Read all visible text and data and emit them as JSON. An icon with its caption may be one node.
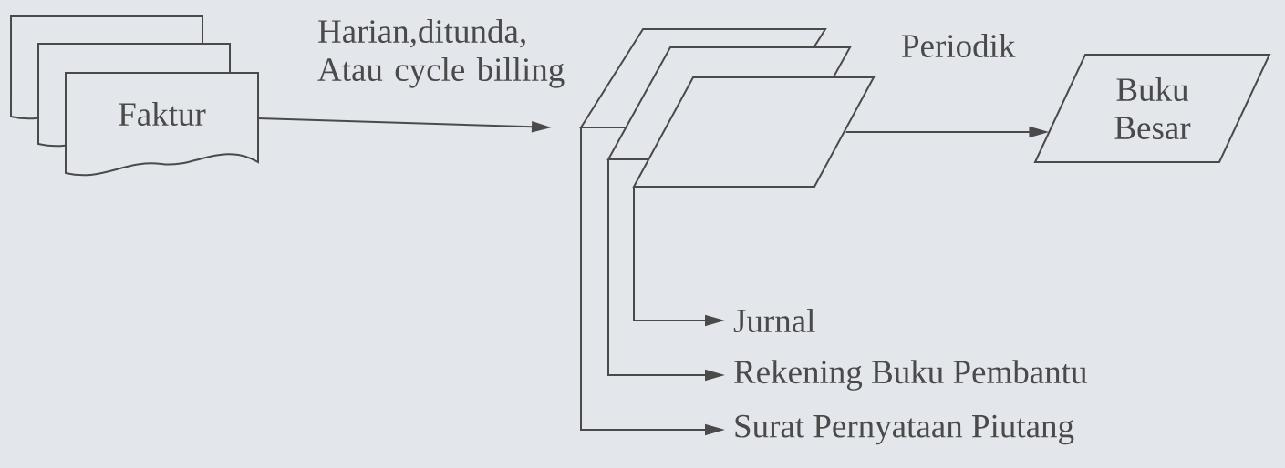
{
  "diagram": {
    "nodes": [
      {
        "text": [
          "Faktur"
        ]
      },
      {
        "text": [],
        "shape": "parallelogram"
      },
      {
        "text": [],
        "shape": "parallelogram"
      },
      {
        "text": [],
        "shape": "parallelogram"
      },
      {
        "text": [
          "Buku Besar"
        ]
      },
      {
        "text": [
          "Jurnal"
        ]
      },
      {
        "text": [
          "Rekening Buku Pembantu"
        ]
      },
      {
        "text": [
          "Surat Pernyataan Piutang"
        ]
      }
    ],
    "edges": [
      {
        "from": 0,
        "to": 1,
        "arrow": "to",
        "label": "Harian,ditunda, Atau cycle billing"
      },
      {
        "from": 3,
        "to": 4,
        "arrow": "to",
        "label": "Periodik"
      },
      {
        "from": 3,
        "to": 5,
        "arrow": "to"
      },
      {
        "from": 2,
        "to": 6,
        "arrow": "to"
      },
      {
        "from": 1,
        "to": 7,
        "arrow": "to"
      }
    ]
  }
}
